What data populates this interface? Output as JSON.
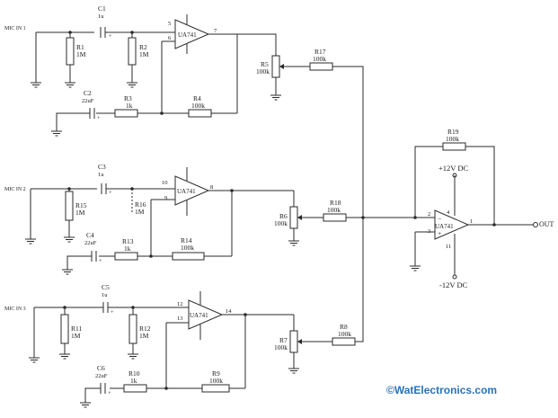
{
  "inputs": [
    "MIC IN 1",
    "MIC IN 2",
    "MIC IN 3"
  ],
  "components": {
    "C1": {
      "ref": "C1",
      "value": "1u"
    },
    "C2": {
      "ref": "C2",
      "value": "22uF"
    },
    "C3": {
      "ref": "C3",
      "value": "1u"
    },
    "C4": {
      "ref": "C4",
      "value": "22uF"
    },
    "C5": {
      "ref": "C5",
      "value": "1u"
    },
    "C6": {
      "ref": "C6",
      "value": "22uF"
    },
    "R1": {
      "ref": "R1",
      "value": "1M"
    },
    "R2": {
      "ref": "R2",
      "value": "1M"
    },
    "R3": {
      "ref": "R3",
      "value": "1k"
    },
    "R4": {
      "ref": "R4",
      "value": "100k"
    },
    "R5": {
      "ref": "R5",
      "value": "100k"
    },
    "R6": {
      "ref": "R6",
      "value": "100k"
    },
    "R7": {
      "ref": "R7",
      "value": "100k"
    },
    "R8": {
      "ref": "R8",
      "value": "100k"
    },
    "R9": {
      "ref": "R9",
      "value": "100k"
    },
    "R10": {
      "ref": "R10",
      "value": "1k"
    },
    "R11": {
      "ref": "R11",
      "value": "1M"
    },
    "R12": {
      "ref": "R12",
      "value": "1M"
    },
    "R13": {
      "ref": "R13",
      "value": "1k"
    },
    "R14": {
      "ref": "R14",
      "value": "100k"
    },
    "R15": {
      "ref": "R15",
      "value": "1M"
    },
    "R16": {
      "ref": "R16",
      "value": "1M"
    },
    "R17": {
      "ref": "R17",
      "value": "100k"
    },
    "R18": {
      "ref": "R18",
      "value": "100k"
    },
    "R19": {
      "ref": "R19",
      "value": "100k"
    }
  },
  "opamps": {
    "U1": {
      "name": "UA741",
      "pins": {
        "noninv": "5",
        "inv": "6",
        "out": "7"
      }
    },
    "U2": {
      "name": "UA741",
      "pins": {
        "noninv": "10",
        "inv": "9",
        "out": "8"
      }
    },
    "U3": {
      "name": "UA741",
      "pins": {
        "noninv": "12",
        "inv": "13",
        "out": "14"
      }
    },
    "U4": {
      "name": "UA741",
      "pins": {
        "noninv": "3",
        "inv": "2",
        "out": "1",
        "vplus": "4",
        "vminus": "11"
      }
    }
  },
  "rails": {
    "positive": "+12V DC",
    "negative": "-12V DC"
  },
  "output_label": "OUT",
  "watermark": "©WatElectronics.com",
  "watermark_color": "#2a72b8",
  "plus_sign": "+",
  "minus_sign": "−"
}
